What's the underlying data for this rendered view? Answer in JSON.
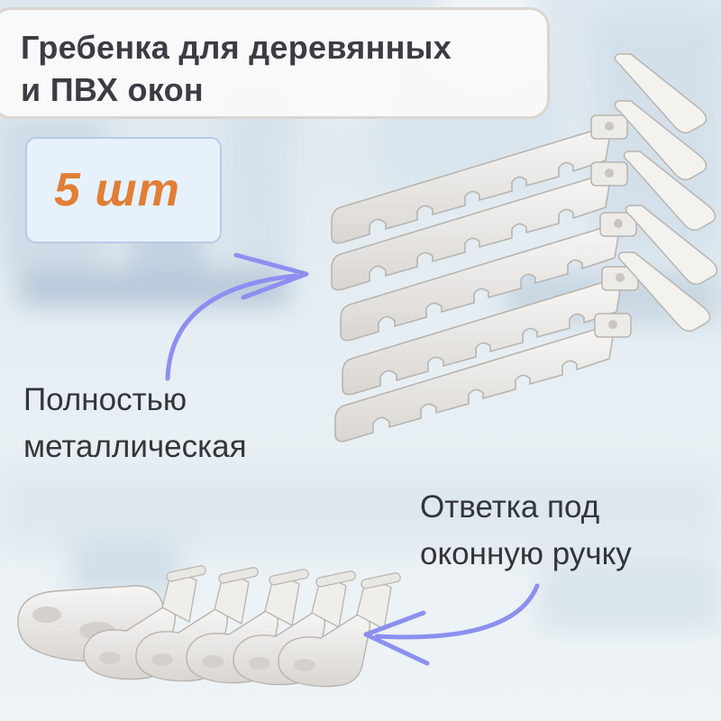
{
  "title": {
    "line1": "Гребенка для деревянных",
    "line2": "и ПВХ окон"
  },
  "quantity": "5 шт",
  "caption_material": {
    "line1": "Полностью",
    "line2": "металлическая"
  },
  "caption_strike": {
    "line1": "Ответка под",
    "line2": "оконную ручку"
  },
  "colors": {
    "accent_orange": "#e07f35",
    "arrow_blue": "#8d8ff0",
    "title_text": "#3c3c44",
    "qty_box_bg": "#e6f1fb",
    "qty_box_border": "#b7c9e9",
    "product_white": "#eeece9"
  },
  "icons": {
    "arrow_to_combs": "curved-arrow-icon",
    "arrow_to_strikes": "curved-arrow-icon"
  }
}
